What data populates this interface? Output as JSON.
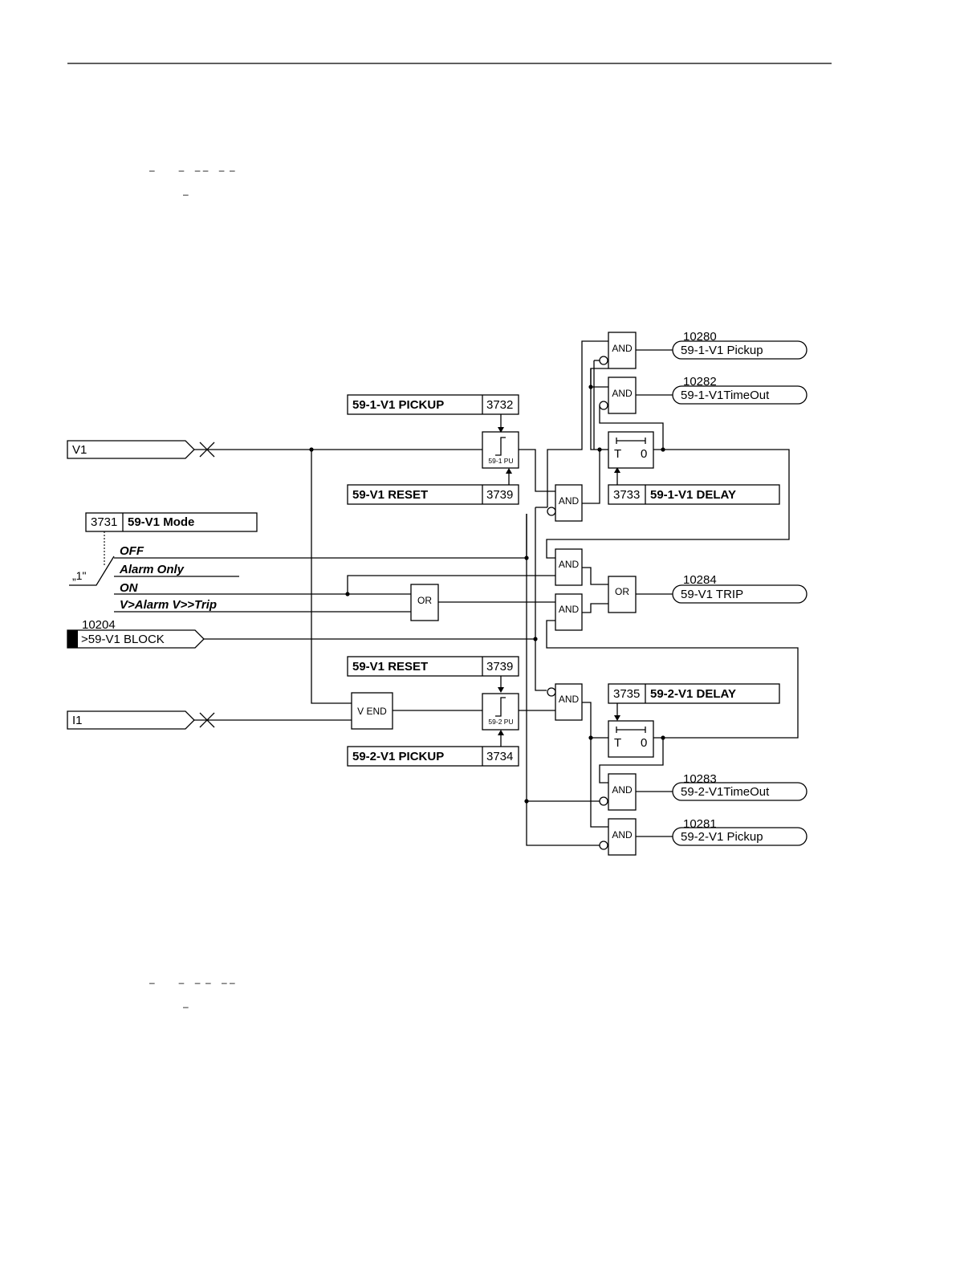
{
  "header_marks": {
    "line1": "–         –    – –    –  –",
    "line2": "–"
  },
  "footer_marks": {
    "line1": "–         –    –  –    – –",
    "line2": "–"
  },
  "inputs": {
    "v1": "V1",
    "i1": "I1",
    "block_number": "10204",
    "block_label": ">59-V1 BLOCK"
  },
  "mode": {
    "number": "3731",
    "label": "59-V1 Mode",
    "default": "„1\"",
    "options": [
      "OFF",
      "Alarm Only",
      "ON",
      "V>Alarm V>>Trip"
    ]
  },
  "settings": {
    "pickup1": {
      "label": "59-1-V1 PICKUP",
      "number": "3732"
    },
    "reset1": {
      "label": "59-V1 RESET",
      "number": "3739"
    },
    "delay1": {
      "number": "3733",
      "label": "59-1-V1 DELAY"
    },
    "reset2": {
      "label": "59-V1 RESET",
      "number": "3739"
    },
    "pickup2": {
      "label": "59-2-V1 PICKUP",
      "number": "3734"
    },
    "delay2": {
      "number": "3735",
      "label": "59-2-V1 DELAY"
    }
  },
  "blocks": {
    "pu1": "59-1 PU",
    "pu2": "59-2 PU",
    "vend": "V END",
    "and": "AND",
    "or": "OR",
    "timer_t": "T",
    "timer_0": "0"
  },
  "outputs": [
    {
      "number": "10280",
      "label": "59-1-V1 Pickup"
    },
    {
      "number": "10282",
      "label": "59-1-V1TimeOut"
    },
    {
      "number": "10284",
      "label": "59-V1 TRIP"
    },
    {
      "number": "10283",
      "label": "59-2-V1TimeOut"
    },
    {
      "number": "10281",
      "label": "59-2-V1 Pickup"
    }
  ]
}
